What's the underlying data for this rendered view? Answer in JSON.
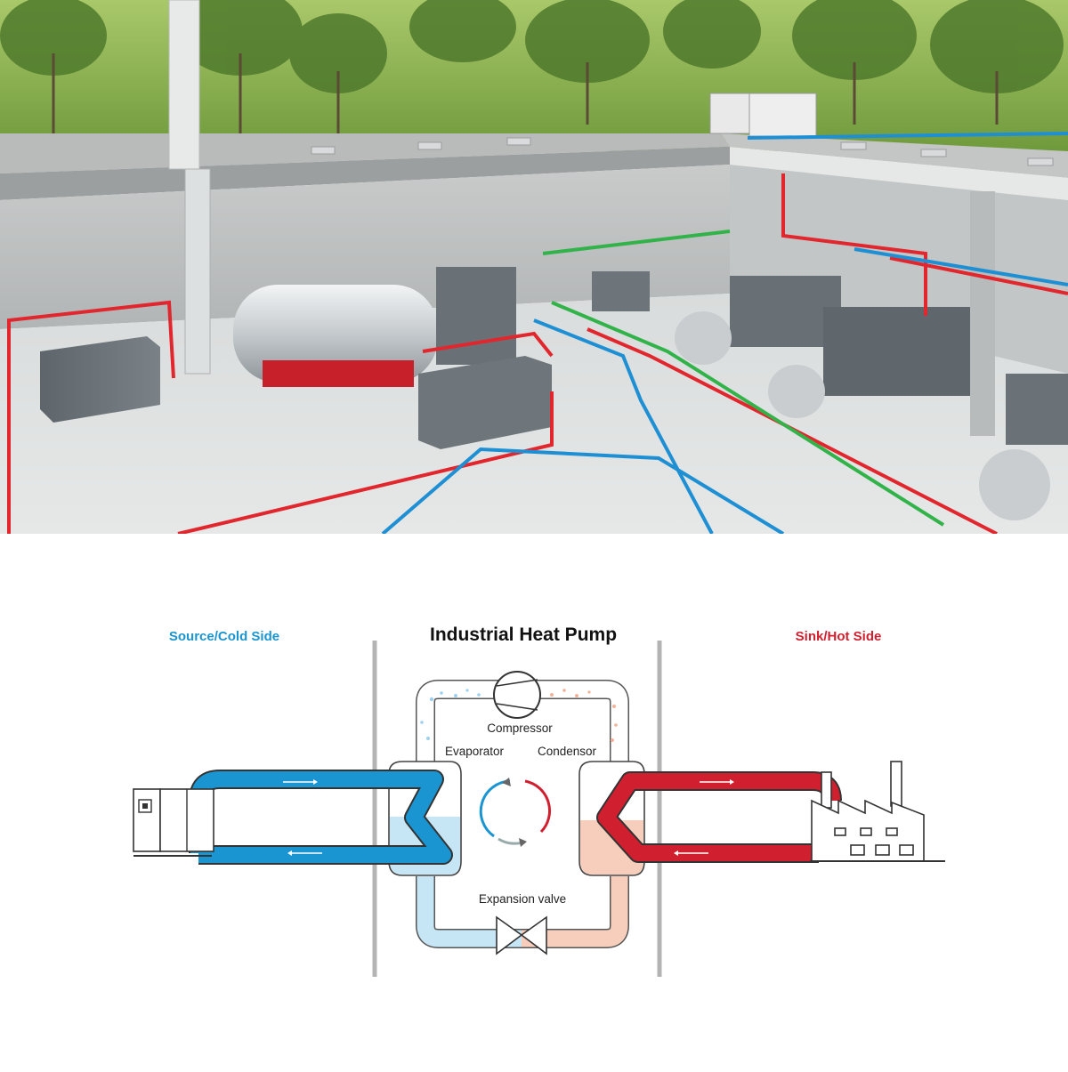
{
  "diagram": {
    "title": "Industrial Heat Pump",
    "source_label": "Source/Cold Side",
    "sink_label": "Sink/Hot Side",
    "labels": {
      "compressor": "Compressor",
      "evaporator": "Evaporator",
      "condensor": "Condensor",
      "expansion_valve": "Expansion valve"
    }
  },
  "colors": {
    "cold": "#1a95d1",
    "hot": "#d0202f",
    "cold_light": "#c6e6f6",
    "hot_light": "#f7cdbb",
    "outline": "#555555",
    "divider": "#b4b4b4"
  }
}
